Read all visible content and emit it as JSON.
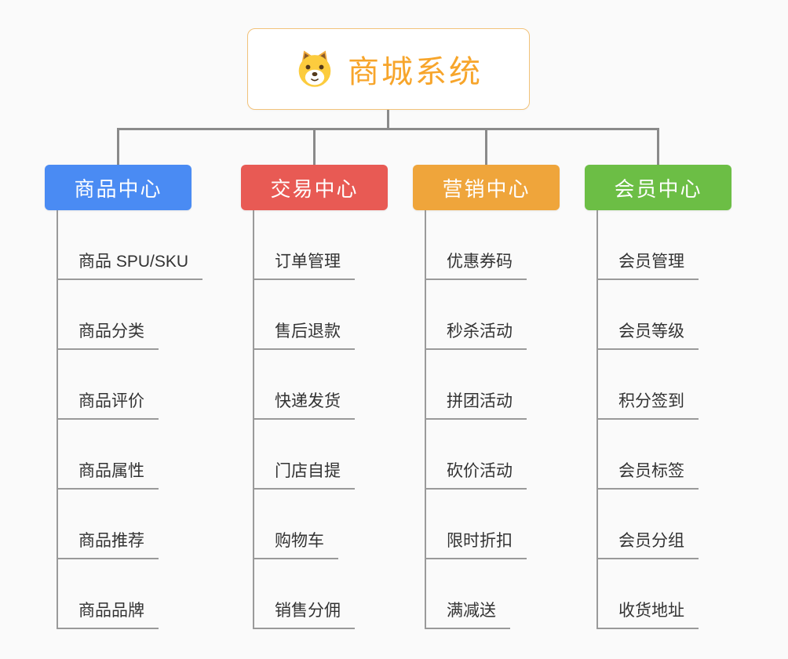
{
  "root": {
    "title": "商城系统",
    "icon": "dog-icon",
    "title_color": "#f7a52b",
    "border_color": "#f2c27a"
  },
  "colors": {
    "connector": "#8a8a8a",
    "underline": "#9a9a9a",
    "bg": "#fafafa"
  },
  "branches": [
    {
      "label": "商品中心",
      "color": "#4a8bf3",
      "children": [
        "商品 SPU/SKU",
        "商品分类",
        "商品评价",
        "商品属性",
        "商品推荐",
        "商品品牌"
      ]
    },
    {
      "label": "交易中心",
      "color": "#e85a54",
      "children": [
        "订单管理",
        "售后退款",
        "快递发货",
        "门店自提",
        "购物车",
        "销售分佣"
      ]
    },
    {
      "label": "营销中心",
      "color": "#efa53b",
      "children": [
        "优惠券码",
        "秒杀活动",
        "拼团活动",
        "砍价活动",
        "限时折扣",
        "满减送"
      ]
    },
    {
      "label": "会员中心",
      "color": "#6cbe45",
      "children": [
        "会员管理",
        "会员等级",
        "积分签到",
        "会员标签",
        "会员分组",
        "收货地址"
      ]
    }
  ]
}
